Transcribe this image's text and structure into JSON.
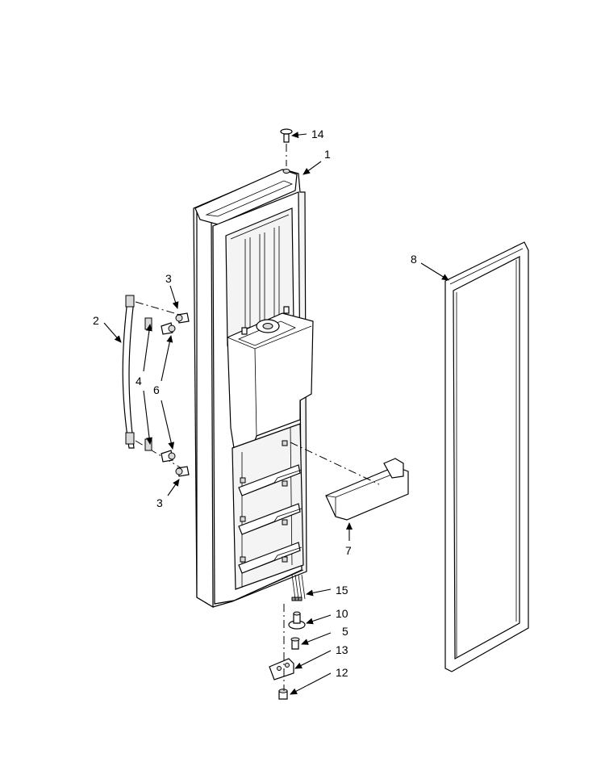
{
  "callouts": {
    "c14": "14",
    "c1": "1",
    "c8": "8",
    "c3a": "3",
    "c2": "2",
    "c4": "4",
    "c6": "6",
    "c3b": "3",
    "c7": "7",
    "c15": "15",
    "c10": "10",
    "c5": "5",
    "c13": "13",
    "c12": "12"
  }
}
